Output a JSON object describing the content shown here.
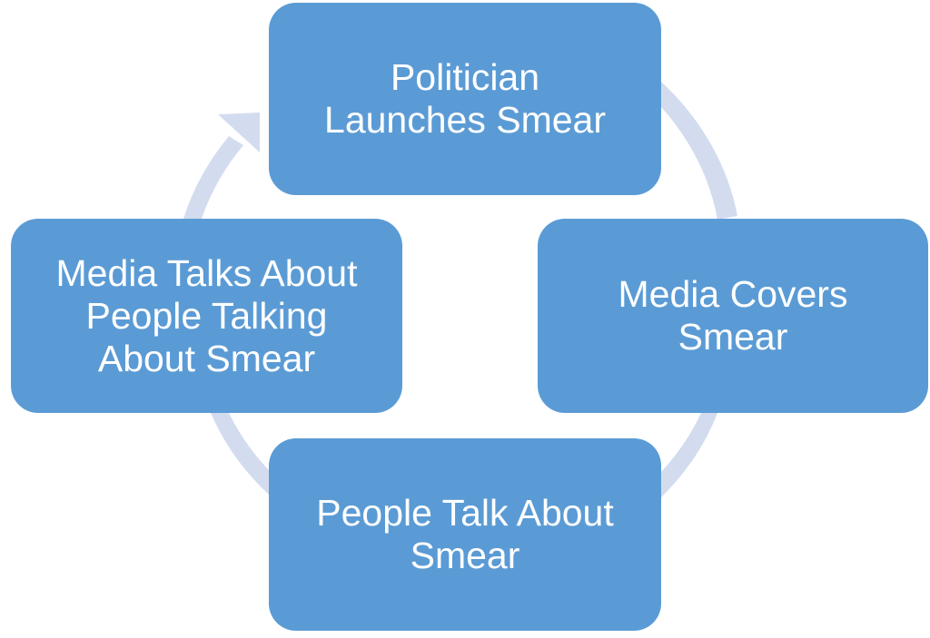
{
  "diagram": {
    "type": "cycle",
    "colors": {
      "node_fill": "#5b9bd5",
      "node_text": "#ffffff",
      "arrow": "#d3dcef"
    },
    "nodes": [
      {
        "id": "top",
        "lines": [
          "Politician",
          "Launches Smear"
        ]
      },
      {
        "id": "right",
        "lines": [
          "Media Covers",
          "Smear"
        ]
      },
      {
        "id": "bottom",
        "lines": [
          "People Talk About",
          "Smear"
        ]
      },
      {
        "id": "left",
        "lines": [
          "Media Talks About",
          "People Talking",
          "About Smear"
        ]
      }
    ]
  }
}
